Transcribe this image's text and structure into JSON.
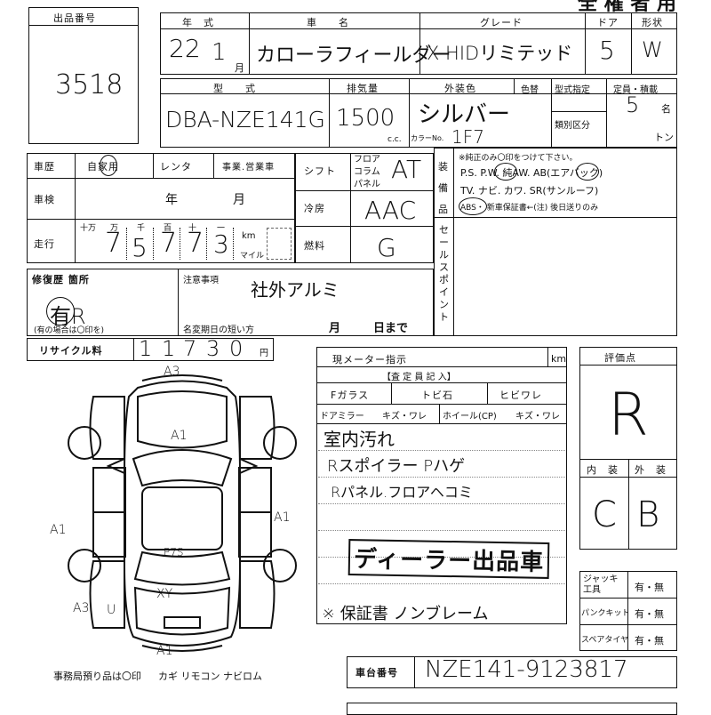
{
  "header": {
    "lot_label": "出品番号",
    "lot_number": "3518",
    "top_right_title": "全 権 者 用"
  },
  "vehicle": {
    "year_label": "年　式",
    "year_value": "22",
    "month_value": "1",
    "month_unit": "月",
    "model_name_label": "車　　名",
    "model_name_value": "カローラフィールダー",
    "grade_label": "グレード",
    "grade_value": "X HIDリミテッド",
    "doors_label": "ドア",
    "doors_value": "5",
    "body_type_label": "形状",
    "body_type_value": "W",
    "type_label": "型　　式",
    "type_value": "DBA-NZE141G",
    "displacement_label": "排気量",
    "displacement_value": "1500",
    "displacement_unit": "c.c.",
    "exterior_color_label": "外装色",
    "exterior_color_value": "シルバー",
    "color_change_label": "色替",
    "color_no_label": "カラーNo.",
    "color_no_value": "1F7",
    "designation_label": "型式指定",
    "category_label": "類別区分",
    "capacity_label": "定員・積載",
    "capacity_value": "5",
    "capacity_unit": "名",
    "load_unit": "トン"
  },
  "history": {
    "label": "車歴",
    "options": [
      "自家用",
      "レンタ",
      "事業.営業車"
    ],
    "inspection_label": "車検",
    "inspection_year_unit": "年",
    "inspection_month_unit": "月",
    "mileage_label": "走行",
    "mileage_digit_units": [
      "十万",
      "万",
      "千",
      "百",
      "十",
      "一"
    ],
    "mileage_digits": [
      "7",
      "5",
      "7",
      "7",
      "3"
    ],
    "mileage_unit_km": "km",
    "mileage_unit_mile": "マイル",
    "shift_label": "シフト",
    "shift_options": [
      "フロア",
      "コラム",
      "パネル"
    ],
    "shift_value": "AT",
    "aircon_label": "冷房",
    "aircon_value": "AAC",
    "fuel_label": "燃料",
    "fuel_value": "G"
  },
  "equipment": {
    "label": "装備品",
    "note": "※純正のみ〇印をつけて下さい。",
    "line1": "P.S. P.W. 純AW. AB(エアバック)",
    "line2": "TV. ナビ. カワ. SR(サンルーフ)",
    "line3": "ABS・ 新車保証書←(注) 後日送りのみ",
    "sale_points_label": "セールスポイント"
  },
  "repair": {
    "label": "修復歴 箇所",
    "value": "有R",
    "note": "(有の場合は〇印を)",
    "notes_label": "注意事項",
    "notes_value": "社外アルミ",
    "name_change_label": "名変期日の短い方",
    "name_change_month": "月",
    "name_change_day": "日まで"
  },
  "recycle": {
    "label": "リサイクル料",
    "digits": [
      "1",
      "1",
      "7",
      "3",
      "0"
    ],
    "unit": "円"
  },
  "inspector": {
    "meter_label": "現メーター指示",
    "meter_unit": "km",
    "entry_title": "【査 定 員 記 入】",
    "glass_label": "Fガラス",
    "glass_option1": "トビ石",
    "glass_option2": "ヒビワレ",
    "mirror_label": "ドアミラー",
    "mirror_options": "キズ・ワレ",
    "wheel_label": "ホイール(CP)",
    "wheel_options": "キズ・ワレ",
    "remarks": [
      "室内汚れ",
      "Rスポイラー Pハゲ",
      "Rパネル.フロアヘコミ"
    ],
    "stamp": "ディーラー出品車",
    "remark_last": "※ 保証書 ノンブレーム"
  },
  "grading": {
    "score_label": "評価点",
    "score_value": "R",
    "interior_label": "内　装",
    "exterior_label": "外　装",
    "interior_value": "C",
    "exterior_value": "B",
    "jack_label": "ジャッキ工具",
    "jack_value": "有・無",
    "puncture_label": "パンクキット",
    "puncture_value": "有・無",
    "spare_label": "スペアタイヤ",
    "spare_value": "有・無"
  },
  "chassis": {
    "label": "車台番号",
    "value": "NZE141-9123817"
  },
  "diagram": {
    "marks": [
      "A3",
      "A1",
      "A1",
      "A1",
      "P7S",
      "XY",
      "A3",
      "U",
      "A1"
    ]
  },
  "footer": {
    "office_items": "事務局預り品は〇印",
    "items": "カギ リモコン ナビロム"
  }
}
